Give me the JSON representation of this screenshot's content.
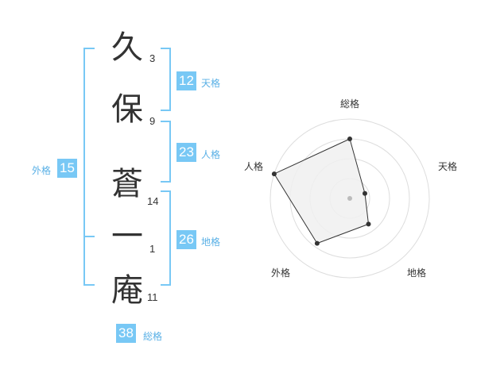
{
  "name": {
    "chars": [
      {
        "char": "久",
        "strokes": "3"
      },
      {
        "char": "保",
        "strokes": "9"
      },
      {
        "char": "蒼",
        "strokes": "14"
      },
      {
        "char": "一",
        "strokes": "1"
      },
      {
        "char": "庵",
        "strokes": "11"
      }
    ]
  },
  "kaku": {
    "tenkaku": {
      "value": "12",
      "label": "天格"
    },
    "jinkaku": {
      "value": "23",
      "label": "人格"
    },
    "chikaku": {
      "value": "26",
      "label": "地格"
    },
    "gaikaku": {
      "value": "15",
      "label": "外格"
    },
    "soukaku": {
      "value": "38",
      "label": "総格"
    }
  },
  "colors": {
    "accent": "#78c8f5",
    "accent_text": "#59b0e6",
    "text": "#333333",
    "radar_fill": "#f0f0f0",
    "ring": "#dddddd"
  },
  "chart_data": {
    "type": "radar",
    "axes": [
      "総格",
      "天格",
      "地格",
      "外格",
      "人格"
    ],
    "values": [
      0.75,
      0.2,
      0.4,
      0.7,
      1.0
    ],
    "rings": 4
  }
}
